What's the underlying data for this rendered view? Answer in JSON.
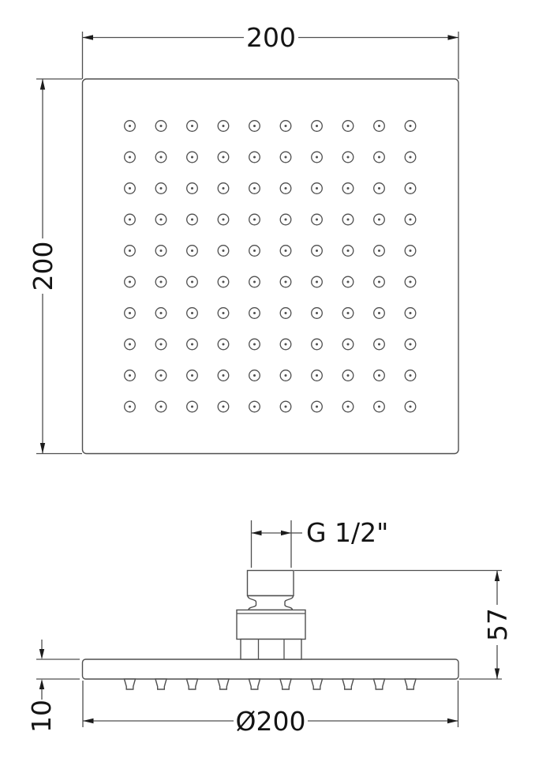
{
  "colors": {
    "line": "#4f4f4f",
    "arrowhead": "#1c1c1c",
    "text": "#141414",
    "background": "#ffffff"
  },
  "top_view": {
    "width_dim_label": "200",
    "height_dim_label": "200",
    "nozzle_grid": {
      "rows": 10,
      "cols": 10
    }
  },
  "side_view": {
    "thread_dim_label": "G 1/2\"",
    "height_dim_label": "57",
    "plate_thickness_dim_label": "10",
    "diameter_dim_label": "Ø200",
    "nozzle_count": 10
  }
}
